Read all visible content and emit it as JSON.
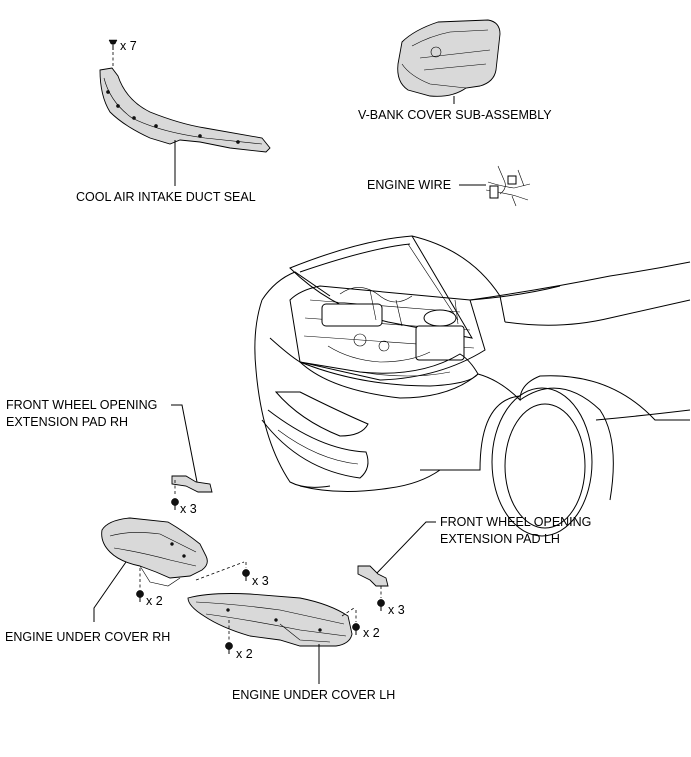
{
  "parts": {
    "cool_air_intake_duct_seal": "COOL AIR INTAKE DUCT SEAL",
    "v_bank_cover": "V-BANK COVER SUB-ASSEMBLY",
    "engine_wire": "ENGINE WIRE",
    "front_wheel_pad_rh_line1": "FRONT WHEEL OPENING",
    "front_wheel_pad_rh_line2": "EXTENSION PAD RH",
    "front_wheel_pad_lh_line1": "FRONT WHEEL OPENING",
    "front_wheel_pad_lh_line2": "EXTENSION PAD LH",
    "engine_under_cover_rh": "ENGINE UNDER COVER RH",
    "engine_under_cover_lh": "ENGINE UNDER COVER LH"
  },
  "quantities": {
    "duct_seal_clips": "x 7",
    "pad_rh_screws": "x 3",
    "under_cover_rh_bolts": "x 2",
    "center_screws": "x 3",
    "under_cover_lh_bolts_left": "x 2",
    "under_cover_lh_bolts_right": "x 2",
    "pad_lh_screws": "x 3"
  }
}
